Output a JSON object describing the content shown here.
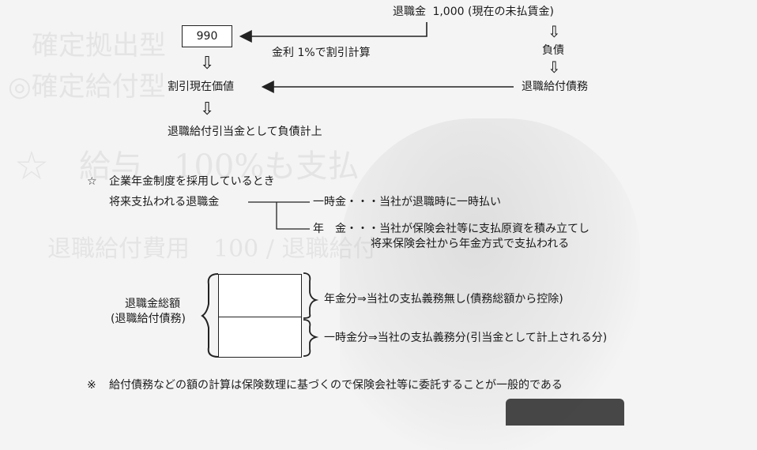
{
  "flow": {
    "retirement_amount": "退職金",
    "retirement_value": "1,000",
    "retirement_note": "(現在の未払賃金)",
    "discounted_value": "990",
    "discount_label": "金利 1%で割引計算",
    "liability": "負債",
    "present_value_label": "割引現在価値",
    "obligation": "退職給付債務",
    "provision": "退職給付引当金として負債計上"
  },
  "pension": {
    "star": "☆",
    "heading": "企業年金制度を採用しているとき",
    "future_payment": "将来支払われる退職金",
    "lump_sum": "一時金・・・当社が退職時に一時払い",
    "annuity_line1": "年　金・・・当社が保険会社等に支払原資を積み立てし",
    "annuity_line2": "将来保険会社から年金方式で支払われる"
  },
  "total": {
    "label_line1": "退職金総額",
    "label_line2": "(退職給付債務)",
    "annuity_part": "年金分⇒当社の支払義務無し(債務総額から控除)",
    "lump_part": "一時金分⇒当社の支払義務分(引当金として計上される分)"
  },
  "note": {
    "mark": "※",
    "text": "給付債務などの額の計算は保険数理に基づくので保険会社等に委託することが一般的である"
  }
}
